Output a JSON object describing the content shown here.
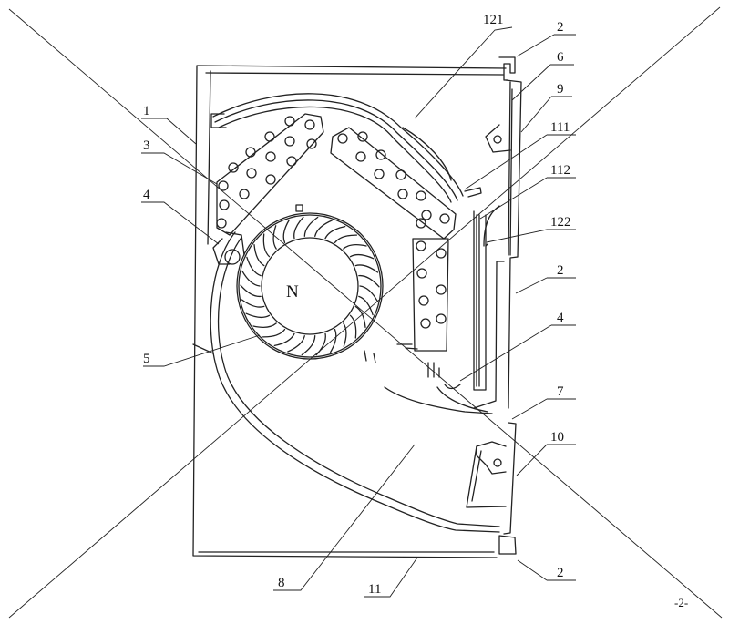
{
  "center_mark": "N",
  "page_number": "-2-",
  "stroke_color": "#222222",
  "labels": {
    "l121": "121",
    "l2a": "2",
    "l6": "6",
    "l9": "9",
    "l1": "1",
    "l111": "111",
    "l3": "3",
    "l112": "112",
    "l4a": "4",
    "l122": "122",
    "l2b": "2",
    "l4b": "4",
    "l5": "5",
    "l7": "7",
    "l10": "10",
    "l8": "8",
    "l11": "11",
    "l2c": "2"
  }
}
